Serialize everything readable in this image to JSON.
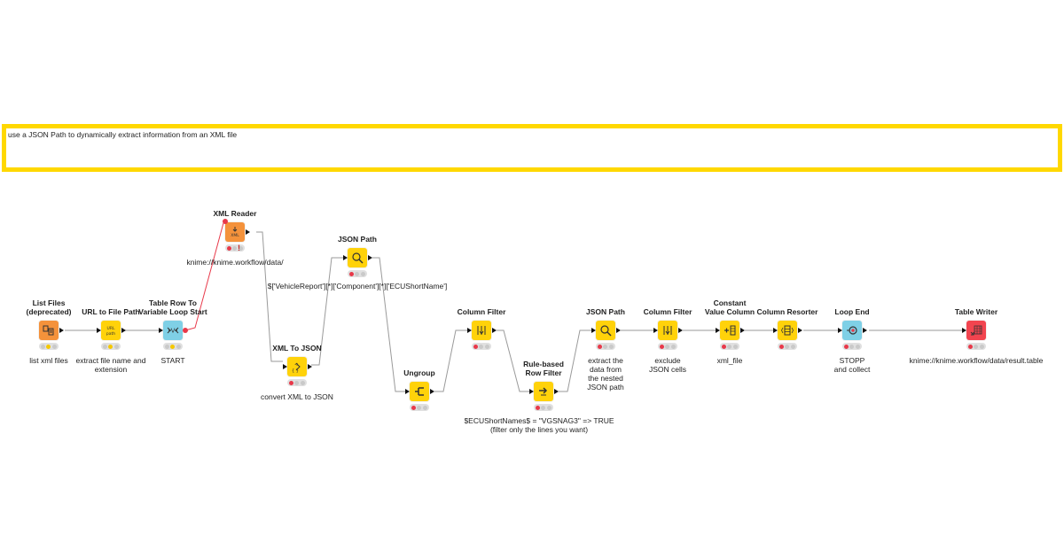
{
  "annotation": {
    "text": "use a JSON Path to dynamically extract information from an XML file"
  },
  "nodes": {
    "list_files": {
      "title": "List Files\n(deprecated)",
      "label": "list xml files",
      "color": "#f4923b",
      "icon": "list-files-icon"
    },
    "url_to_path": {
      "title": "URL to File Path",
      "label": "extract file name and\nextension",
      "color": "#ffd20a",
      "icon": "url-path-icon"
    },
    "loop_start": {
      "title": "Table Row To\nVariable Loop Start",
      "label": "START",
      "color": "#7fd0e6",
      "icon": "loop-start-icon"
    },
    "xml_reader": {
      "title": "XML Reader",
      "label": "knime://knime.workflow/data/",
      "color": "#f4923b",
      "icon": "xml-reader-icon",
      "badge": "!"
    },
    "xml_to_json": {
      "title": "XML To JSON",
      "label": "convert XML to JSON",
      "color": "#ffd20a",
      "icon": "xml-to-json-icon"
    },
    "json_path_1": {
      "title": "JSON Path",
      "label": "$['VehicleReport'][*]['Component'][*]['ECUShortName']",
      "color": "#ffd20a",
      "icon": "json-path-icon"
    },
    "ungroup": {
      "title": "Ungroup",
      "label": "",
      "color": "#ffd20a",
      "icon": "ungroup-icon"
    },
    "column_filter_1": {
      "title": "Column Filter",
      "label": "",
      "color": "#ffd20a",
      "icon": "column-filter-icon"
    },
    "rule_filter": {
      "title": "Rule-based\nRow Filter",
      "label": "$ECUShortNames$ = \"VGSNAG3\" => TRUE\n(filter only the lines you want)",
      "color": "#ffd20a",
      "icon": "rule-filter-icon"
    },
    "json_path_2": {
      "title": "JSON Path",
      "label": "extract the\ndata from\nthe nested\nJSON path",
      "color": "#ffd20a",
      "icon": "json-path-icon"
    },
    "column_filter_2": {
      "title": "Column Filter",
      "label": "exclude\nJSON cells",
      "color": "#ffd20a",
      "icon": "column-filter-icon"
    },
    "constant_value": {
      "title": "Constant\nValue Column",
      "label": "xml_file",
      "color": "#ffd20a",
      "icon": "constant-value-icon"
    },
    "column_resorter": {
      "title": "Column Resorter",
      "label": "",
      "color": "#ffd20a",
      "icon": "column-resorter-icon"
    },
    "loop_end": {
      "title": "Loop End",
      "label": "STOPP\nand collect",
      "color": "#7fd0e6",
      "icon": "loop-end-icon"
    },
    "table_writer": {
      "title": "Table Writer",
      "label": "knime://knime.workflow/data/result.table",
      "color": "#f2444f",
      "icon": "table-writer-icon"
    }
  }
}
